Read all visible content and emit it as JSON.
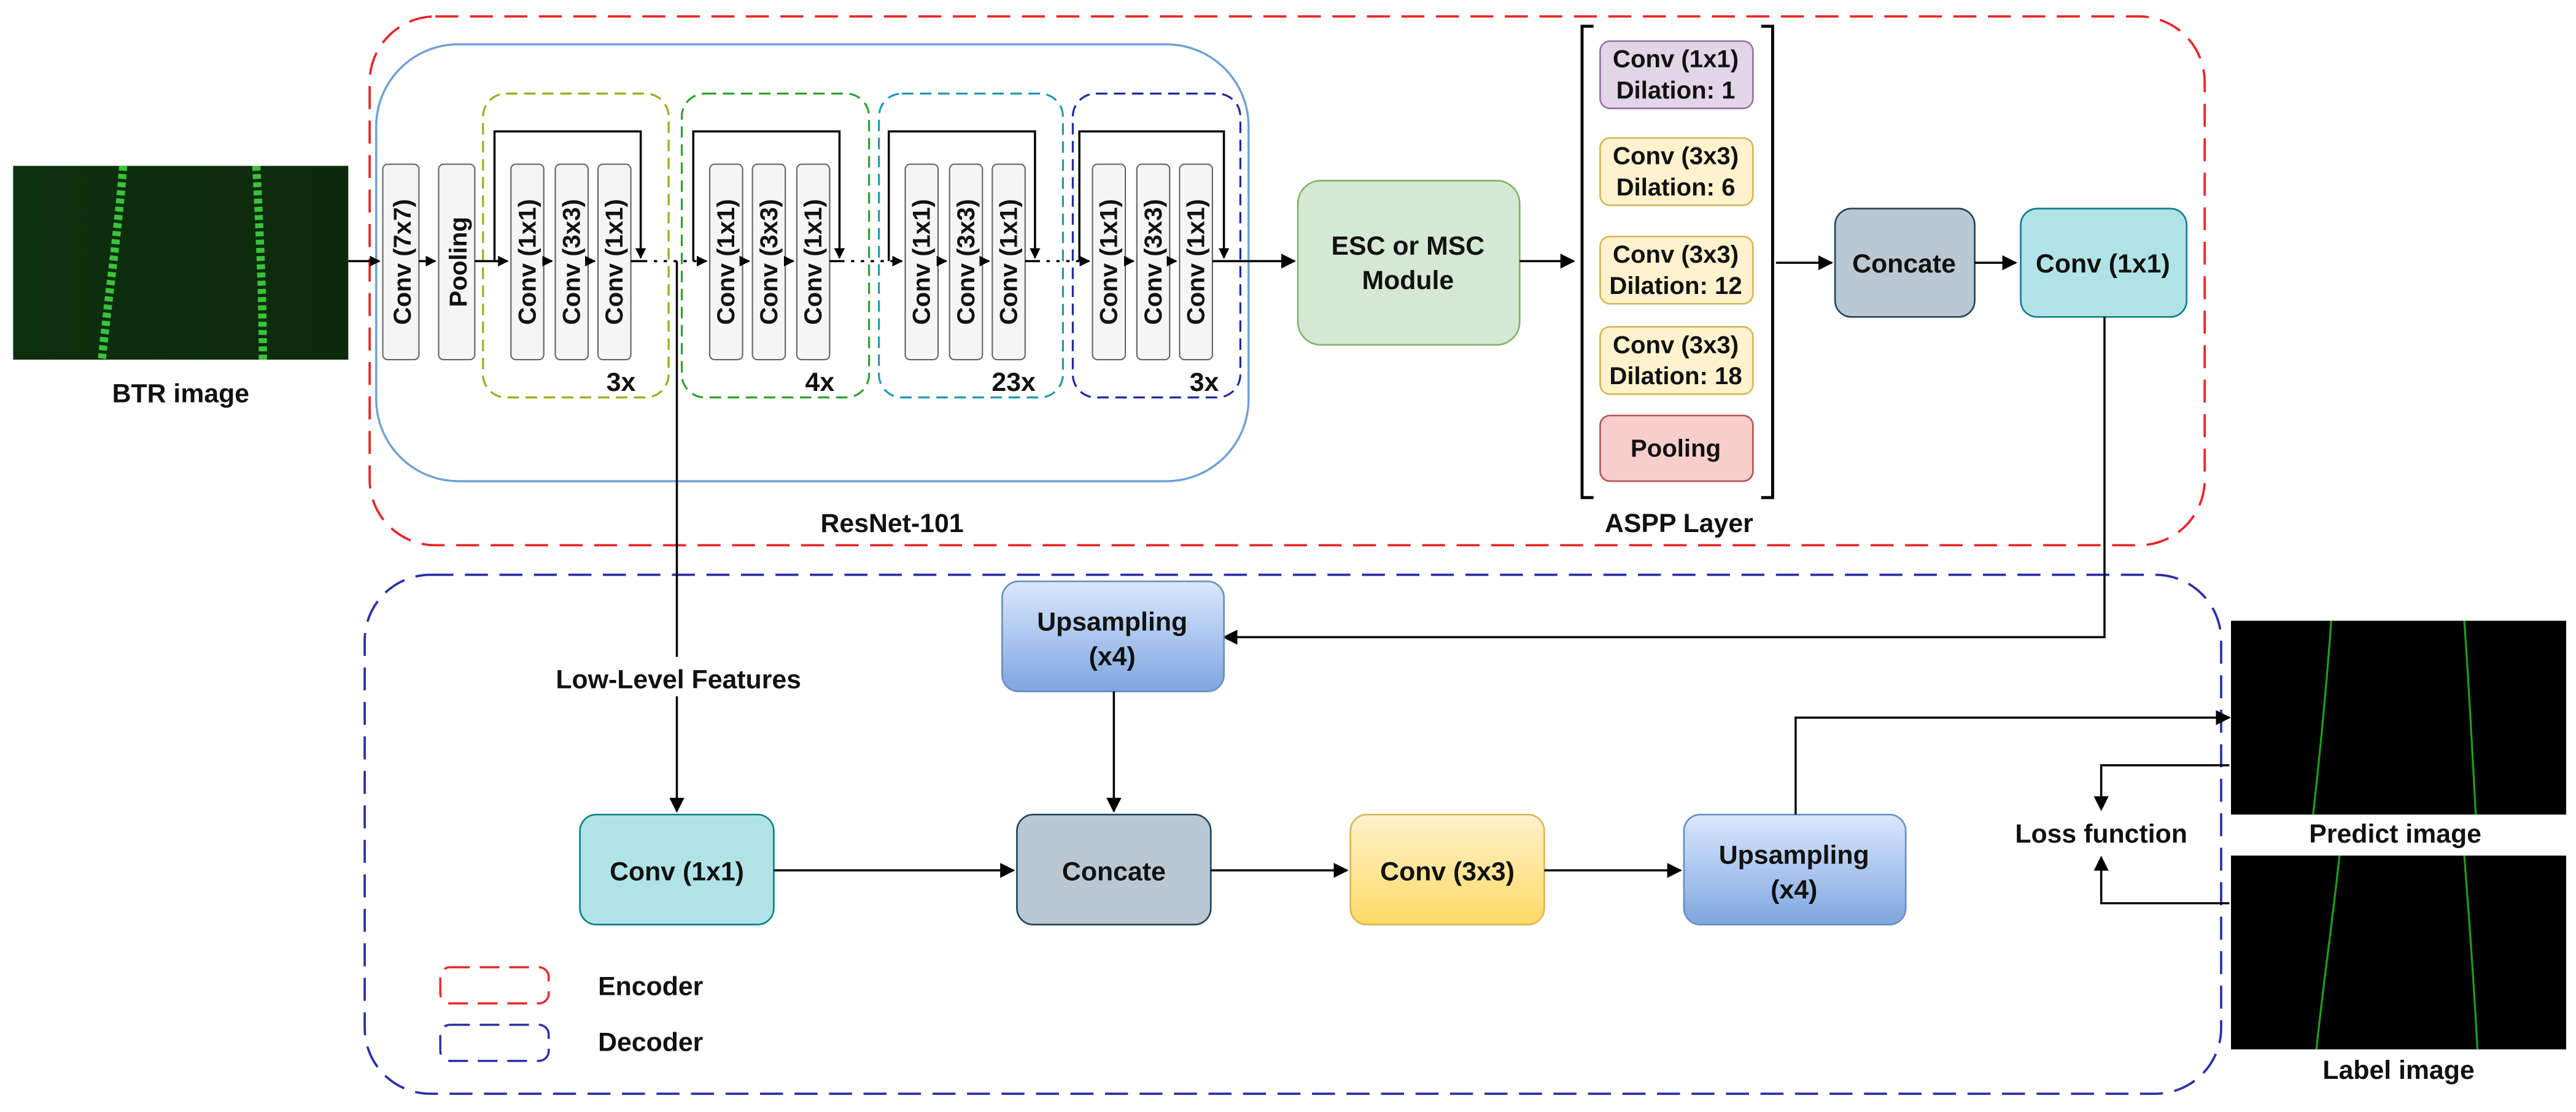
{
  "colors": {
    "encoder": "#e8262a",
    "decoder": "#2b2fa6",
    "resnet_border": "#6fa1d6",
    "esc_fill": "#d5e8d4",
    "esc_stroke": "#82b366",
    "concate_fill": "#bac8d3",
    "concate_stroke": "#23445d",
    "conv1_fill": "#b0e3e6",
    "conv1_stroke": "#0e8088",
    "conv3_fill": "#ffe599",
    "conv3_stroke": "#d6b656",
    "upsample_fill": "#a9c4eb",
    "upsample_stroke": "#6c8ebf",
    "purple_fill": "#e1d5e7",
    "purple_stroke": "#9673a6",
    "yellow_fill": "#fff2cc",
    "yellow_stroke": "#d6b656",
    "pink_fill": "#f8cecc",
    "pink_stroke": "#b85450",
    "layer_fill": "#f5f5f5",
    "layer_stroke": "#666666",
    "stage_colors": [
      "#9cad1a",
      "#2fa12f",
      "#1e9ab1",
      "#1f2aa3"
    ]
  },
  "input": {
    "caption": "BTR image"
  },
  "resnet": {
    "label": "ResNet-101",
    "stem": [
      "Conv (7x7)",
      "Pooling"
    ],
    "stages": [
      {
        "repeat": "3x",
        "layers": [
          "Conv (1x1)",
          "Conv (3x3)",
          "Conv (1x1)"
        ]
      },
      {
        "repeat": "4x",
        "layers": [
          "Conv (1x1)",
          "Conv (3x3)",
          "Conv (1x1)"
        ]
      },
      {
        "repeat": "23x",
        "layers": [
          "Conv (1x1)",
          "Conv (3x3)",
          "Conv (1x1)"
        ]
      },
      {
        "repeat": "3x",
        "layers": [
          "Conv (1x1)",
          "Conv (3x3)",
          "Conv (1x1)"
        ]
      }
    ]
  },
  "esc": {
    "line1": "ESC or MSC",
    "line2": "Module"
  },
  "aspp": {
    "label": "ASPP Layer",
    "items": [
      {
        "line1": "Conv (1x1)",
        "line2": "Dilation: 1",
        "kind": "purple"
      },
      {
        "line1": "Conv (3x3)",
        "line2": "Dilation: 6",
        "kind": "yellow"
      },
      {
        "line1": "Conv (3x3)",
        "line2": "Dilation: 12",
        "kind": "yellow"
      },
      {
        "line1": "Conv (3x3)",
        "line2": "Dilation: 18",
        "kind": "yellow"
      },
      {
        "line1": "Pooling",
        "line2": "",
        "kind": "pink"
      }
    ]
  },
  "encoder_concate": "Concate",
  "encoder_conv": "Conv (1x1)",
  "decoder": {
    "upsample_top": {
      "line1": "Upsampling",
      "line2": "(x4)"
    },
    "low_level": "Low-Level Features",
    "conv1": "Conv (1x1)",
    "concate": "Concate",
    "conv3": "Conv (3x3)",
    "upsample_bottom": {
      "line1": "Upsampling",
      "line2": "(x4)"
    }
  },
  "loss": "Loss function",
  "outputs": {
    "predict": "Predict image",
    "label": "Label image"
  },
  "legend": {
    "encoder": "Encoder",
    "decoder": "Decoder"
  }
}
